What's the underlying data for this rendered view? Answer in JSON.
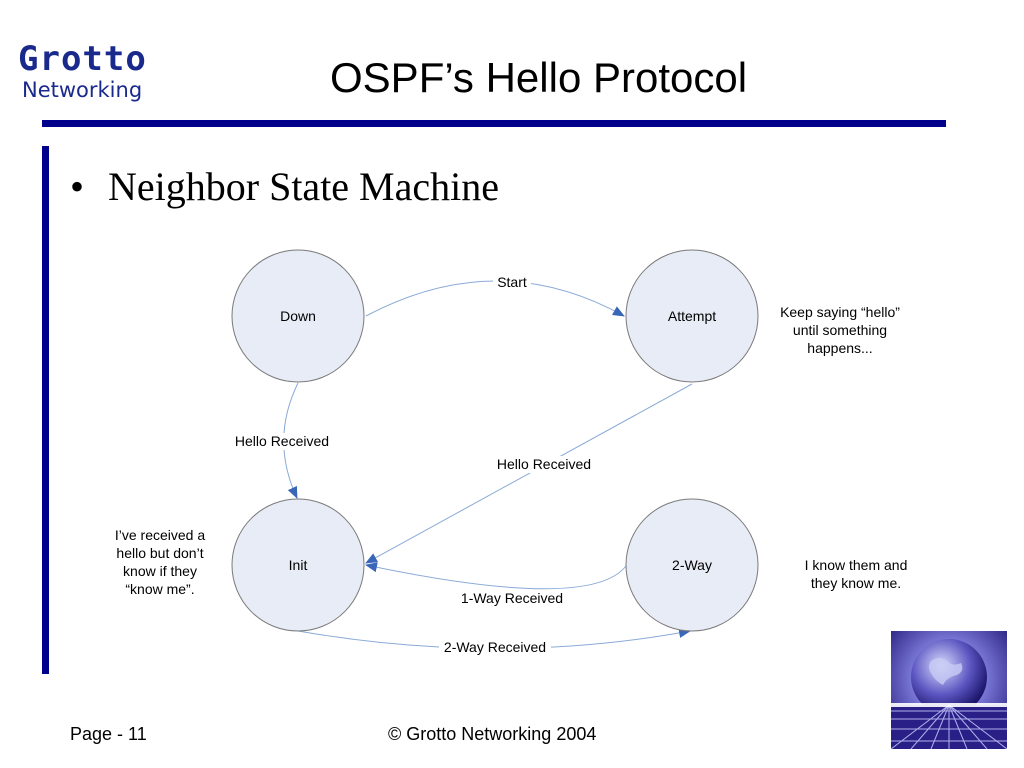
{
  "logo": {
    "line1": "Grotto",
    "line2": "Networking"
  },
  "title": "OSPF’s Hello Protocol",
  "bullet": "Neighbor State Machine",
  "states": [
    {
      "id": "down",
      "label": "Down"
    },
    {
      "id": "attempt",
      "label": "Attempt"
    },
    {
      "id": "init",
      "label": "Init"
    },
    {
      "id": "two-way",
      "label": "2-Way"
    }
  ],
  "transitions": [
    {
      "from": "down",
      "to": "attempt",
      "label": "Start"
    },
    {
      "from": "down",
      "to": "init",
      "label": "Hello Received"
    },
    {
      "from": "attempt",
      "to": "init",
      "label": "Hello Received"
    },
    {
      "from": "two-way",
      "to": "init",
      "label": "1-Way Received"
    },
    {
      "from": "init",
      "to": "two-way",
      "label": "2-Way Received"
    }
  ],
  "notes": {
    "attempt": [
      "Keep saying “hello”",
      "until something",
      "happens..."
    ],
    "init": [
      "I’ve received a",
      "hello but don’t",
      "know if they",
      "“know me”."
    ],
    "two_way": [
      "I know them and",
      "they know me."
    ]
  },
  "footer": {
    "page": "Page - 11",
    "copyright": "© Grotto Networking 2004"
  },
  "colors": {
    "accent": "#00008b",
    "node_fill": "#e8ecf6",
    "edge": "#8aaad6",
    "arrow": "#3a66b8"
  }
}
